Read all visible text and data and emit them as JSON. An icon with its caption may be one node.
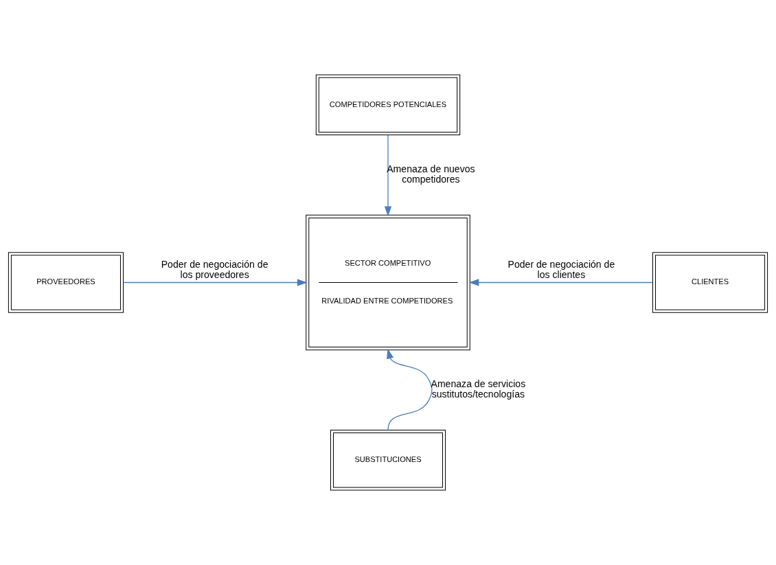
{
  "diagram": {
    "nodes": [
      {
        "text": [
          "COMPETIDORES POTENCIALES"
        ]
      },
      {
        "text": [
          "PROVEEDORES"
        ]
      },
      {
        "text": [
          "SECTOR COMPETITIVO",
          "RIVALIDAD ENTRE COMPETIDORES"
        ]
      },
      {
        "text": [
          "CLIENTES"
        ]
      },
      {
        "text": [
          "SUBSTITUCIONES"
        ]
      }
    ],
    "edges": [
      {
        "from": 0,
        "to": 2,
        "arrow": "to",
        "label": "Amenaza de nuevos competidores"
      },
      {
        "from": 1,
        "to": 2,
        "arrow": "to",
        "label": "Poder de negociación de los proveedores"
      },
      {
        "from": 3,
        "to": 2,
        "arrow": "to",
        "label": "Poder de negociación de los clientes"
      },
      {
        "from": 4,
        "to": 2,
        "arrow": "to",
        "label": "Amenaza de servicios sustitutos/tecnologías"
      }
    ]
  }
}
